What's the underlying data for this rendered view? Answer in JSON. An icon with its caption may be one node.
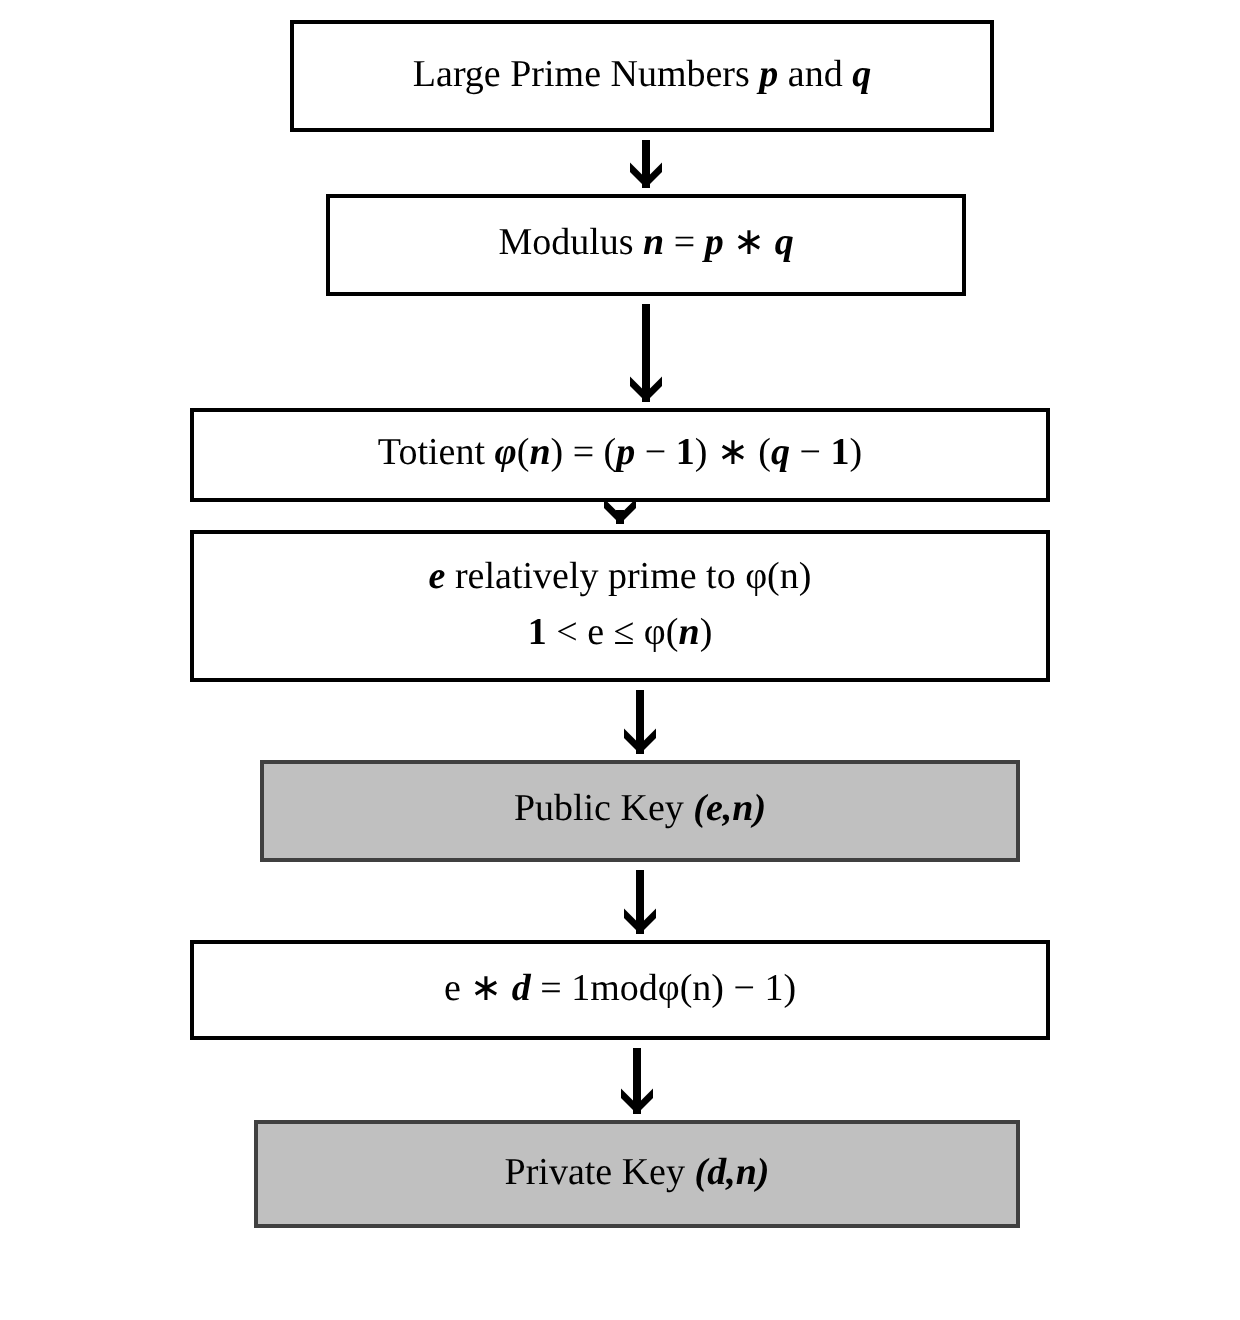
{
  "diagram": {
    "nodes": [
      {
        "text": [
          "Large Prime Numbers *p* and *q*"
        ]
      },
      {
        "text": [
          "Modulus  *n* = *p* ∗ *q*"
        ]
      },
      {
        "text": [
          "Totient *φ*(*n*) = (*p* − **1**) ∗ (*q* − **1**)"
        ]
      },
      {
        "text": [
          "*e* relatively prime to φ(n)",
          "**1** < e ≤ φ(*n*)"
        ]
      },
      {
        "text": [
          "Public Key *(e,n)*"
        ]
      },
      {
        "text": [
          "e ∗ *d* = 1modφ(n) − 1)"
        ]
      },
      {
        "text": [
          "Private Key *(d,n)*"
        ]
      }
    ],
    "edges": [
      {
        "from": 0,
        "to": 1,
        "arrow": "to"
      },
      {
        "from": 1,
        "to": 2,
        "arrow": "to"
      },
      {
        "from": 2,
        "to": 3,
        "arrow": "to"
      },
      {
        "from": 3,
        "to": 4,
        "arrow": "to"
      },
      {
        "from": 4,
        "to": 5,
        "arrow": "to"
      },
      {
        "from": 5,
        "to": 6,
        "arrow": "to"
      }
    ]
  }
}
